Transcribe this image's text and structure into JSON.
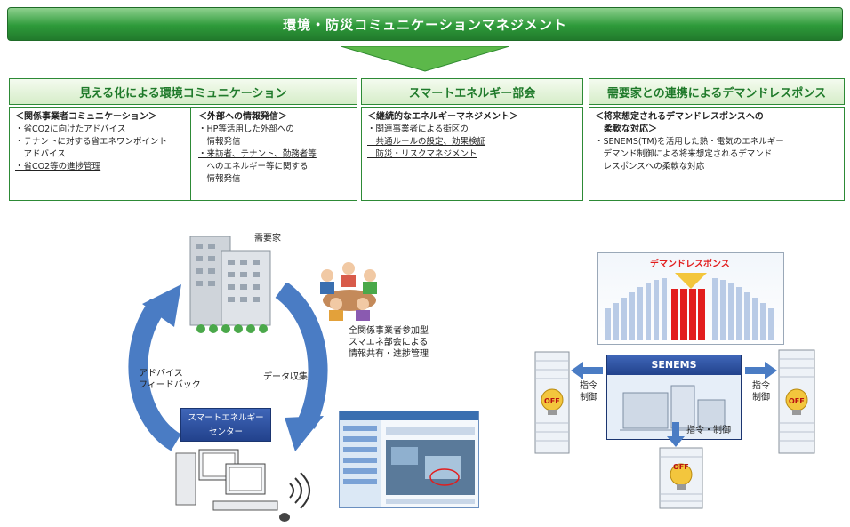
{
  "header": {
    "title": "環境・防災コミュニケーションマネジメント"
  },
  "columns": [
    {
      "heading": "見える化による環境コミュニケーション",
      "left": {
        "subtitle": "＜関係事業者コミュニケーション＞",
        "line1": "・省CO2に向けたアドバイス",
        "line2": "・テナントに対する省エネワンポイント",
        "line3": "　アドバイス",
        "line4": "・省CO2等の進捗管理"
      },
      "right": {
        "subtitle": "＜外部への情報発信＞",
        "line1": "・HP等活用した外部への",
        "line2": "　情報発信",
        "line3": "・来訪者、テナント、勤務者等",
        "line4": "　へのエネルギー等に関する",
        "line5": "　情報発信"
      }
    },
    {
      "heading": "スマートエネルギー部会",
      "subtitle": "＜継続的なエネルギーマネジメント＞",
      "line1": "・関連事業者による街区の",
      "line2": "　共通ルールの設定、効果検証",
      "line3": "　防災・リスクマネジメント"
    },
    {
      "heading": "需要家との連携によるデマンドレスポンス",
      "subtitle": "＜将来想定されるデマンドレスポンスへの",
      "subtitle2": "　柔軟な対応＞",
      "line1": "・SENEMS(TM)を活用した熱・電気のエネルギー",
      "line2": "　デマンド制御による将来想定されるデマンド",
      "line3": "　レスポンスへの柔軟な対応"
    }
  ],
  "cycle": {
    "building_label": "需要家",
    "advice_line1": "アドバイス",
    "advice_line2": "フィードバック",
    "data_label": "データ収集",
    "people_line1": "全関係事業者参加型",
    "people_line2": "スマエネ部会による",
    "people_line3": "情報共有・進捗管理",
    "center_line1": "スマートエネルギー",
    "center_line2": "センター"
  },
  "demand": {
    "dr_label": "デマンドレスポンス",
    "senems_label": "SENEMS",
    "left_cmd1": "指令",
    "left_cmd2": "制御",
    "right_cmd1": "指令",
    "right_cmd2": "制御",
    "bottom_cmd": "指令・制御",
    "bulb_label": "OFF"
  },
  "colors": {
    "green": "#2e9a3a",
    "blue": "#22428c",
    "arrow_blue": "#4a7cc4",
    "red": "#e21d1d",
    "yellow": "#f3c63d"
  }
}
